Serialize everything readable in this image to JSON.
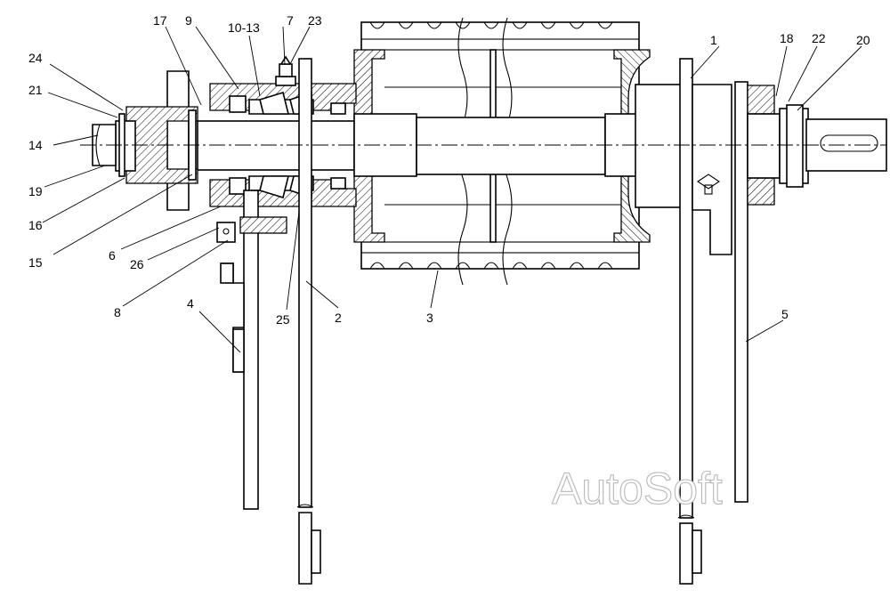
{
  "labels": {
    "l1": "1",
    "l2": "2",
    "l3": "3",
    "l4": "4",
    "l5": "5",
    "l6": "6",
    "l7": "7",
    "l8": "8",
    "l9": "9",
    "l10_13": "10-13",
    "l14": "14",
    "l15": "15",
    "l16": "16",
    "l17": "17",
    "l18": "18",
    "l19": "19",
    "l20": "20",
    "l21": "21",
    "l22": "22",
    "l23": "23",
    "l24": "24",
    "l25": "25",
    "l26": "26"
  },
  "watermark": "AutoSoft"
}
